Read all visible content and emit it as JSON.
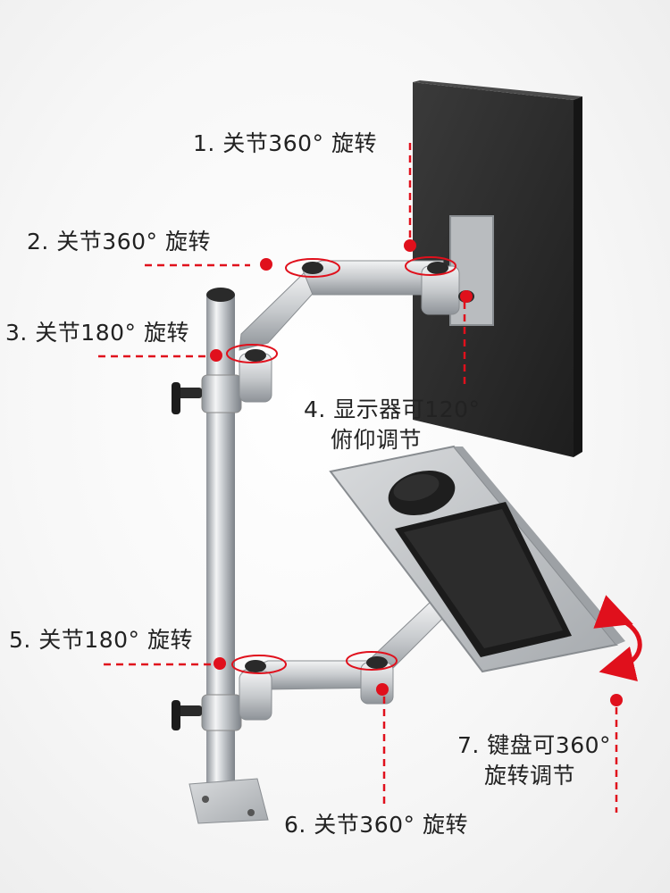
{
  "annotations": [
    {
      "id": "joint-1",
      "text": "1. 关节360° 旋转"
    },
    {
      "id": "joint-2",
      "text": "2. 关节360° 旋转"
    },
    {
      "id": "joint-3",
      "text": "3. 关节180° 旋转"
    },
    {
      "id": "monitor-tilt",
      "lines": [
        "4. 显示器可120°",
        "俯仰调节"
      ]
    },
    {
      "id": "joint-5",
      "text": "5. 关节180° 旋转"
    },
    {
      "id": "joint-6",
      "text": "6. 关节360° 旋转"
    },
    {
      "id": "keyboard-rotate",
      "lines": [
        "7. 键盘可360°",
        "旋转调节"
      ]
    }
  ],
  "colors": {
    "accent": "#e0101c",
    "text": "#222222",
    "monitor": "#2b2b2b",
    "metal": "#c9ccd0"
  }
}
